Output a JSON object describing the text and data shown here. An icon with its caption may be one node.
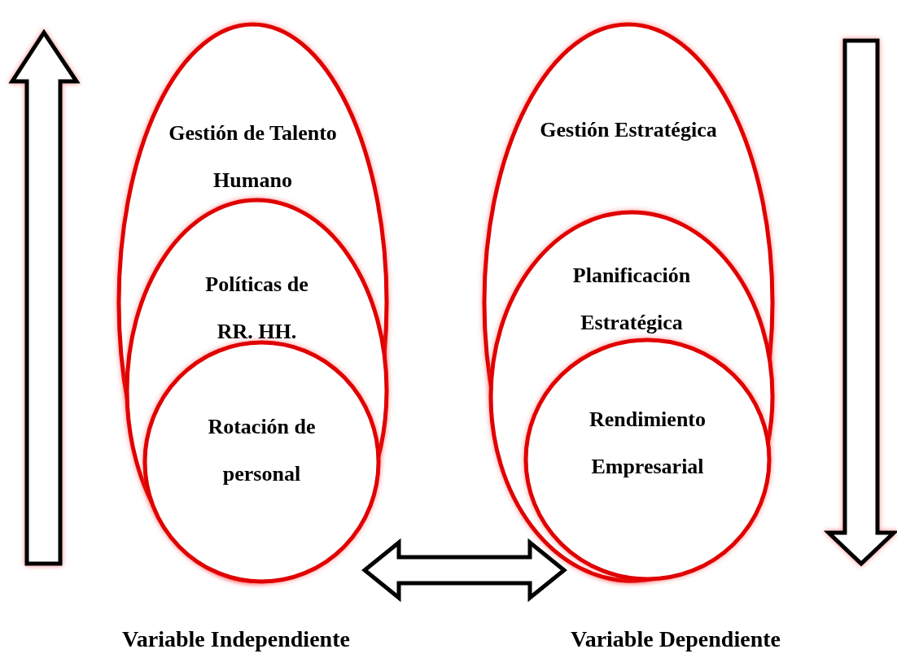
{
  "diagram": {
    "nodes": [
      {
        "text": [
          "Gestión de Talento Humano"
        ]
      },
      {
        "text": [
          "Políticas de RR. HH."
        ],
        "in": 0
      },
      {
        "text": [
          "Rotación de personal"
        ],
        "in": 1
      },
      {
        "text": [
          "Gestión Estratégica"
        ]
      },
      {
        "text": [
          "Planificación Estratégica"
        ],
        "in": 3
      },
      {
        "text": [
          "Rendimiento Empresarial"
        ],
        "in": 4
      }
    ],
    "edges": [
      {
        "from": 2,
        "to": 5,
        "arrow": "both",
        "style": "thick"
      }
    ],
    "labels": [
      "Variable Independiente",
      "Variable Dependiente"
    ]
  }
}
